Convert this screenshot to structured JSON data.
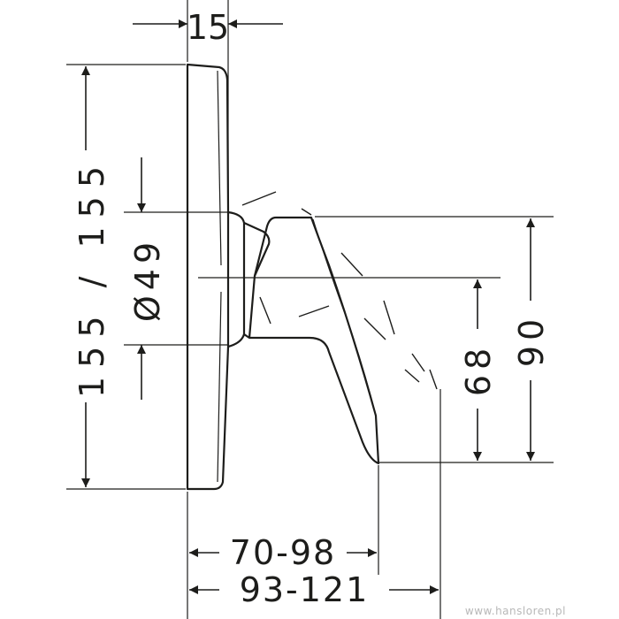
{
  "dimensions": {
    "depth_top": "15",
    "height_left": "155 / 155",
    "diameter": "Ø49",
    "lever_height": "90",
    "spout_height": "68",
    "projection_short": "70-98",
    "projection_long": "93-121"
  },
  "watermark": "www.hansloren.pl",
  "colors": {
    "line": "#1d1d1b",
    "background": "#ffffff"
  }
}
